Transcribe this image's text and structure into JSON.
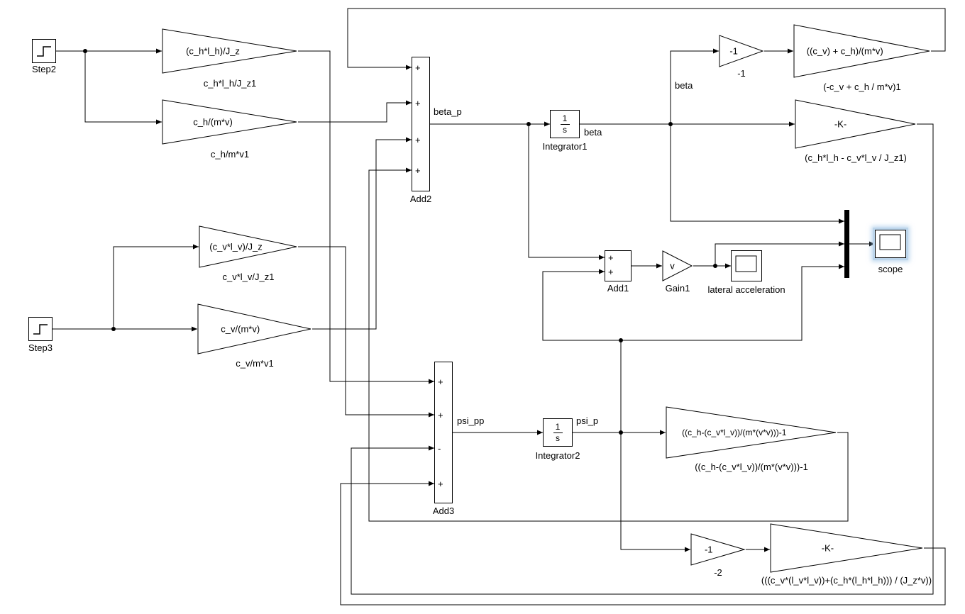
{
  "diagram": {
    "sources": {
      "step2": {
        "label": "Step2"
      },
      "step3": {
        "label": "Step3"
      }
    },
    "gains": {
      "g_chlh_jz": {
        "text": "(c_h*l_h)/J_z",
        "label": "c_h*l_h/J_z1"
      },
      "g_ch_mv": {
        "text": "c_h/(m*v)",
        "label": "c_h/m*v1"
      },
      "g_cvlv_jz": {
        "text": "(c_v*l_v)/J_z",
        "label": "c_v*l_v/J_z1"
      },
      "g_cv_mv": {
        "text": "c_v/(m*v)",
        "label": "c_v/m*v1"
      },
      "g_neg1": {
        "text": "-1",
        "label": "-1"
      },
      "g_cvch_mv": {
        "text": "((c_v) + c_h)/(m*v)",
        "label": "(-c_v + c_h / m*v)1"
      },
      "g_k1": {
        "text": "-K-",
        "label": "(c_h*l_h - c_v*l_v / J_z1)"
      },
      "g_v": {
        "text": "v",
        "label": "Gain1"
      },
      "g_big": {
        "text": "((c_h-(c_v*l_v))/(m*(v*v)))-1",
        "label": "((c_h-(c_v*l_v))/(m*(v*v)))-1"
      },
      "g_neg2": {
        "text": "-1",
        "label": "-2"
      },
      "g_k2": {
        "text": "-K-",
        "label": "(((c_v*(l_v*l_v))+(c_h*(l_h*l_h))) / (J_z*v))"
      }
    },
    "sums": {
      "add1": {
        "label": "Add1",
        "signs": [
          "+",
          "+"
        ]
      },
      "add2": {
        "label": "Add2",
        "signs": [
          "+",
          "+",
          "+",
          "+"
        ]
      },
      "add3": {
        "label": "Add3",
        "signs": [
          "+",
          "+",
          "-",
          "+"
        ]
      }
    },
    "integrators": {
      "integrator1": {
        "num": "1",
        "den": "s",
        "label": "Integrator1"
      },
      "integrator2": {
        "num": "1",
        "den": "s",
        "label": "Integrator2"
      }
    },
    "scopes": {
      "scope": {
        "label": "scope"
      },
      "lateral": {
        "label": "lateral acceleration"
      }
    },
    "signal_labels": {
      "beta_p": "beta_p",
      "beta": "beta",
      "beta_feedback": "beta",
      "psi_pp": "psi_pp",
      "psi_p": "psi_p"
    },
    "colors": {
      "wire": "#000000",
      "block_fill": "#ffffff",
      "selection": "#9cc3e5"
    }
  }
}
